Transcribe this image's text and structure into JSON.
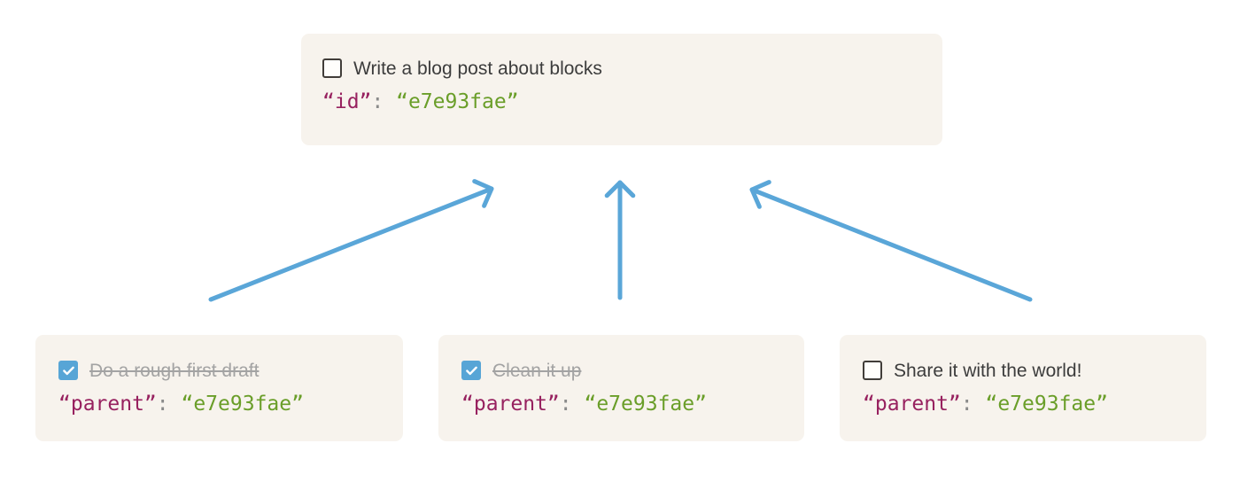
{
  "colors": {
    "page_bg": "#ffffff",
    "card_bg": "#f7f3ed",
    "arrow": "#5aa6d8",
    "code_key": "#97215f",
    "code_punct": "#8a8a8a",
    "code_value": "#6a9e29",
    "task_text": "#3c3c3c",
    "task_done_text": "#a3a3a3",
    "checkbox_border": "#413d39",
    "checkbox_checked_bg": "#57a5d6",
    "checkbox_check": "#ffffff"
  },
  "icons": {
    "checkmark_icon": "✓"
  },
  "parent_card": {
    "task_label": "Write a blog post about blocks",
    "checked": false,
    "code_key": "“id”",
    "code_separator": ": ",
    "code_value": "“e7e93fae”"
  },
  "child_cards": [
    {
      "task_label": "Do a rough first draft",
      "checked": true,
      "code_key": "“parent”",
      "code_separator": ": ",
      "code_value": "“e7e93fae”"
    },
    {
      "task_label": "Clean it up",
      "checked": true,
      "code_key": "“parent”",
      "code_separator": ": ",
      "code_value": "“e7e93fae”"
    },
    {
      "task_label": "Share it with the world!",
      "checked": false,
      "code_key": "“parent”",
      "code_separator": ": ",
      "code_value": "“e7e93fae”"
    }
  ]
}
